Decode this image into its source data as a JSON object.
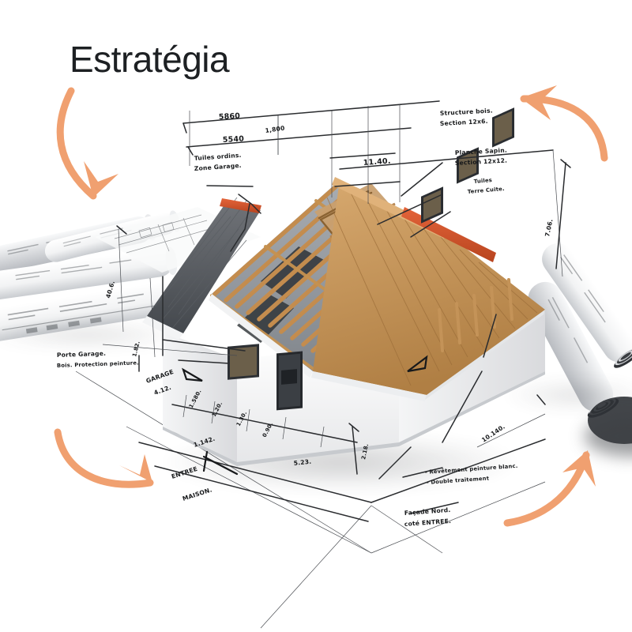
{
  "page": {
    "title": "Estratégia",
    "background_color": "#ffffff",
    "title_color": "#1d2023",
    "accent_color": "#f0a070",
    "ink_color": "#16181a"
  },
  "arrows": [
    {
      "name": "arrow-top-left",
      "label": "curved arrow pointing down-right",
      "color": "#f0a070",
      "direction": "down-right"
    },
    {
      "name": "arrow-top-right",
      "label": "curved arrow pointing left",
      "color": "#f0a070",
      "direction": "left"
    },
    {
      "name": "arrow-bottom-left",
      "label": "curved arrow pointing right",
      "color": "#f0a070",
      "direction": "right"
    },
    {
      "name": "arrow-bottom-right",
      "label": "curved arrow pointing up-right",
      "color": "#f0a070",
      "direction": "up-right"
    }
  ],
  "scene": {
    "description": "3D architectural model of a house with exposed roof framing, surrounded by hand-drawn technical annotations and rolled blueprints"
  },
  "annotations": {
    "dim_top_1": "5860",
    "dim_top_2": "5540",
    "dim_top_3": "1,800",
    "dim_ridge": "11.40.",
    "dim_right_vertical": "7.06.",
    "dim_left_vertical": "40.6.",
    "dim_garage_height": "1.82.",
    "dim_garage": "4.12.",
    "dim_a": "1.580.",
    "dim_b": "1.20.",
    "dim_c": "1.30.",
    "dim_d": "0.90.",
    "dim_entree": "1.142.",
    "dim_base": "5.23.",
    "dim_right_wall": "10.140.",
    "dim_door_height": "2.18.",
    "note_roof_tiles": "Tuiles ordins.",
    "note_roof_tiles_2": "Zone Garage.",
    "note_structure": "Structure bois.",
    "note_structure_2": "Section 12x6.",
    "note_planche": "Planche Sapin.",
    "note_planche_2": "Section 12x12.",
    "note_tuiles": "Tuiles",
    "note_tuiles_2": "Terre Cuite.",
    "note_porte_garage": "Porte Garage.",
    "note_porte_garage_2": "Bois. Protection peinture.",
    "label_garage": "GARAGE",
    "label_entree": "ENTREE",
    "label_entree_2": "MAISON.",
    "note_revetement": "- Revêtement peinture blanc.",
    "note_revetement_2": "- Double traitement",
    "note_facade": "Façade Nord.",
    "note_facade_2": "coté ENTREE."
  }
}
